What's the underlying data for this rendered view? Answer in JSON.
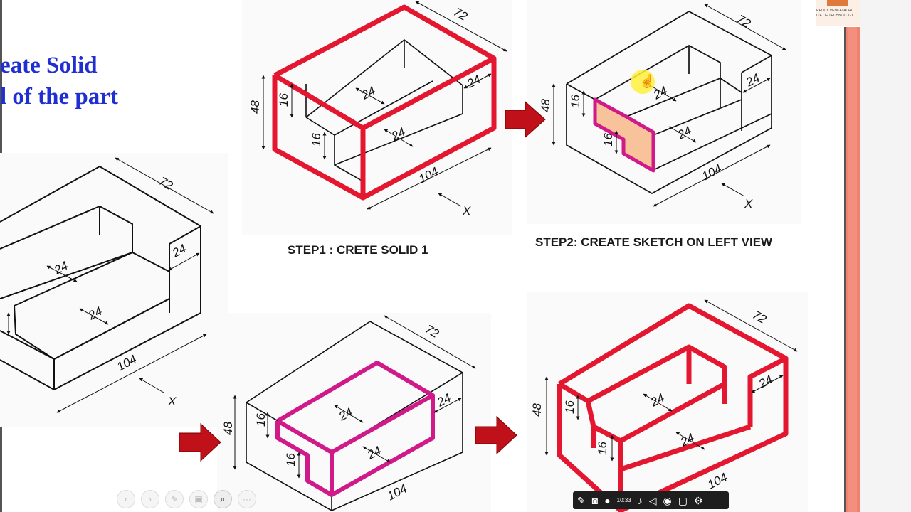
{
  "slide": {
    "title_line1": "eate Solid",
    "title_line2": "l of the part",
    "step1_caption": "STEP1 : CRETE  SOLID 1",
    "step2_caption": "STEP2: CREATE SKETCH ON LEFT VIEW"
  },
  "dims": {
    "d72": "72",
    "d24": "24",
    "d48": "48",
    "d16": "16",
    "d104": "104",
    "axis_x": "X"
  },
  "logo": {
    "line1": "REDDY VENKATADRI",
    "line2": "ITE OF TECHNOLOGY"
  },
  "colors": {
    "title_blue": "#1f2fd1",
    "solid_red": "#e3172f",
    "sketch_magenta": "#d01a8a",
    "arrow_red": "#c0101a",
    "sketch_fill": "#f8c29a"
  },
  "toolbar": {
    "icons": [
      "prev-icon",
      "next-icon",
      "pen-icon",
      "slides-icon",
      "zoom-icon",
      "more-icon"
    ]
  },
  "recorder": {
    "time": "10:33",
    "icons": [
      "pencil-icon",
      "camera-icon",
      "record-icon",
      "mic-icon",
      "speaker-icon",
      "webcam-icon",
      "window-icon",
      "gear-icon"
    ]
  }
}
